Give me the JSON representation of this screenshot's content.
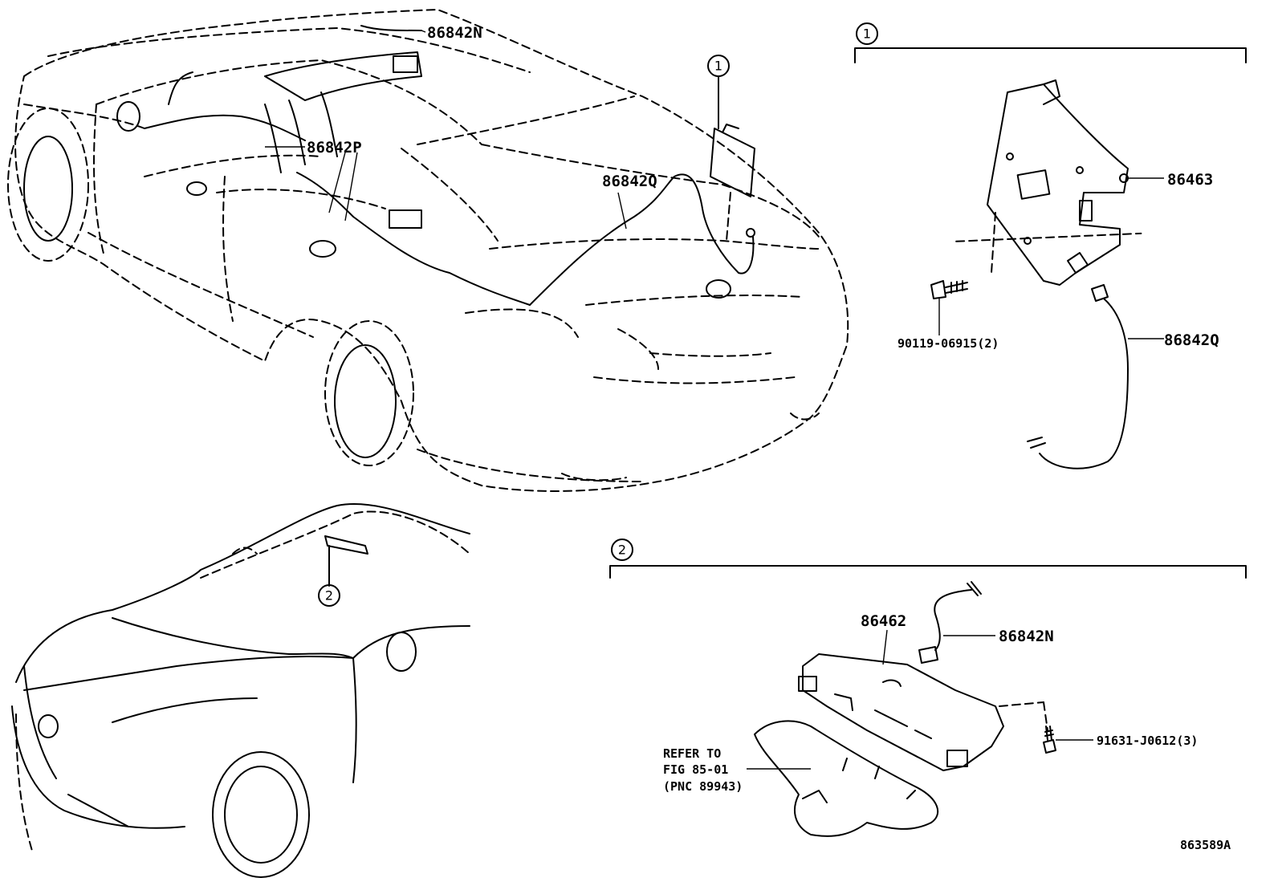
{
  "callouts": {
    "group1": "1",
    "group2": "2"
  },
  "parts": {
    "harness_n_top": "86842N",
    "harness_p": "86842P",
    "harness_q_car": "86842Q",
    "bracket_86463": "86463",
    "bolt_90119": "90119-06915(2)",
    "harness_q_detail": "86842Q",
    "unit_86462": "86462",
    "harness_n_detail": "86842N",
    "bolt_91631": "91631-J0612(3)"
  },
  "reference_note": {
    "line1": "REFER TO",
    "line2": "FIG 85-01",
    "line3": "(PNC 89943)"
  },
  "illustration_code": "863589A"
}
